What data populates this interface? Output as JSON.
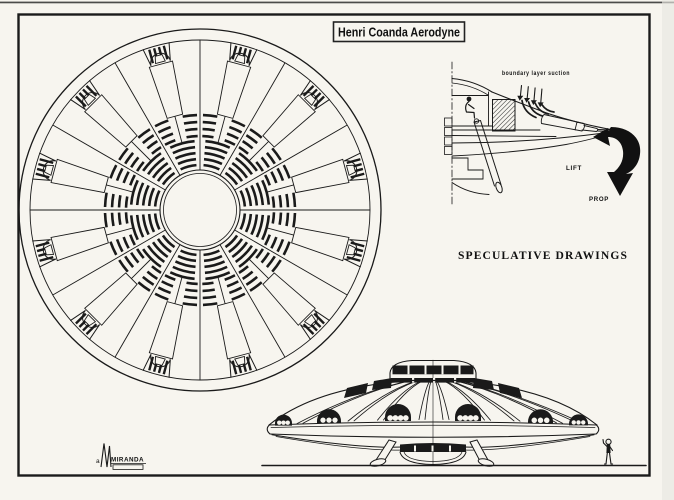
{
  "page": {
    "paper_color": "#f7f5ef",
    "ink_color": "#1a1a1a"
  },
  "title_box": {
    "label": "Henri Coanda Aerodyne"
  },
  "captions": {
    "drawing_type": "SPECULATIVE DRAWINGS"
  },
  "detail_labels": {
    "suction": "boundary layer suction",
    "lift": "LIFT",
    "prop": "PROP"
  },
  "signature": {
    "prefix": "a",
    "name": "MIRANDA"
  },
  "plan_view": {
    "porthole_count": 12,
    "sector_count": 12,
    "inner_arc_count": 5,
    "outer_arc_count": 4
  }
}
